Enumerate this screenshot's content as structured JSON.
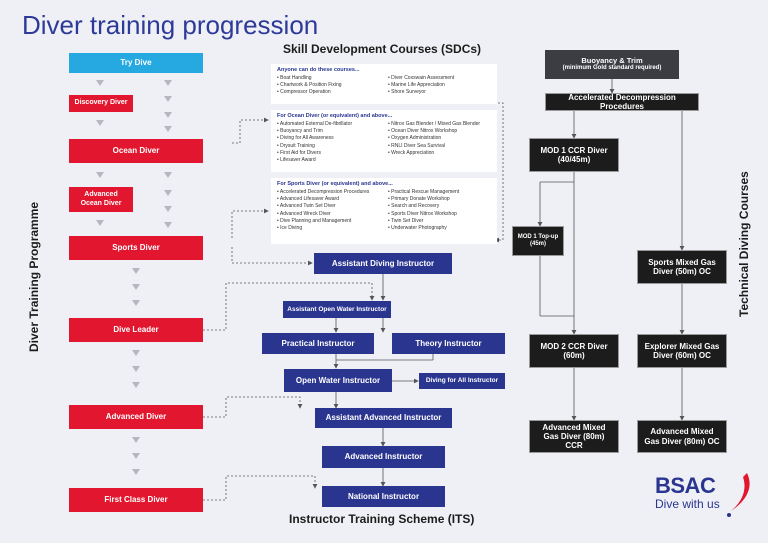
{
  "page": {
    "title": "Diver training progression",
    "sdc_heading": "Skill Development Courses (SDCs)",
    "its_heading": "Instructor Training Scheme (ITS)",
    "dtp_label": "Diver Training Programme",
    "tdc_label": "Technical Diving Courses"
  },
  "dtp": {
    "try_dive": "Try Dive",
    "discovery": "Discovery Diver",
    "ocean": "Ocean Diver",
    "advanced_ocean": "Advanced Ocean Diver",
    "sports": "Sports Diver",
    "dive_leader": "Dive Leader",
    "advanced": "Advanced Diver",
    "first_class": "First Class Diver"
  },
  "sdc": {
    "anyone": {
      "title": "Anyone can do these courses...",
      "left": [
        "Boat Handling",
        "Chartwork & Position Fixing",
        "Compressor Operation"
      ],
      "right": [
        "Diver Coxswain Assessment",
        "Marine Life Appreciation",
        "Shore Surveyor"
      ]
    },
    "ocean": {
      "title": "For Ocean Diver (or equivalent) and above...",
      "left": [
        "Automated External De-fibrillator",
        "Buoyancy and Trim",
        "Diving for All Awareness",
        "Drysuit Training",
        "First Aid for Divers",
        "Lifesaver Award"
      ],
      "right": [
        "Nitrox Gas Blender / Mixed Gas Blender",
        "Ocean Diver Nitrox Workshop",
        "Oxygen Administration",
        "RNLI Diver Sea Survival",
        "Wreck Appreciation"
      ]
    },
    "sports": {
      "title": "For Sports Diver (or equivalent) and above...",
      "left": [
        "Accelerated Decompression Procedures",
        "Advanced Lifesaver Award",
        "Advanced Twin Set Diver",
        "Advanced Wreck Diver",
        "Dive Planning and Management",
        "Ice Diving"
      ],
      "right": [
        "Practical Rescue Management",
        "Primary Donate Workshop",
        "Search and Recovery",
        "Sports Diver Nitrox Workshop",
        "Twin Set Diver",
        "Underwater Photography"
      ]
    }
  },
  "its": {
    "adi": "Assistant Diving Instructor",
    "aowi": "Assistant Open Water Instructor",
    "practical": "Practical Instructor",
    "theory": "Theory Instructor",
    "owi": "Open Water Instructor",
    "dfa": "Diving for All Instructor",
    "aai": "Assistant Advanced Instructor",
    "ai": "Advanced Instructor",
    "ni": "National Instructor"
  },
  "tech": {
    "buoyancy_title": "Buoyancy & Trim",
    "buoyancy_sub": "(minimum Gold standard required)",
    "adp": "Accelerated Decompression Procedures",
    "mod1": "MOD 1 CCR Diver (40/45m)",
    "mod1_topup": "MOD 1 Top-up (45m)",
    "sports_mixed": "Sports Mixed Gas Diver (50m) OC",
    "mod2": "MOD 2 CCR Diver (60m)",
    "explorer": "Explorer Mixed Gas Diver (60m) OC",
    "amg_ccr": "Advanced Mixed Gas Diver (80m) CCR",
    "amg_oc": "Advanced Mixed Gas Diver (80m) OC"
  },
  "logo": {
    "main": "BSAC",
    "tagline": "Dive with us"
  },
  "colors": {
    "red": "#e2172f",
    "navy": "#2a3590",
    "black": "#1c1c1c",
    "cyan": "#26a9e0"
  }
}
